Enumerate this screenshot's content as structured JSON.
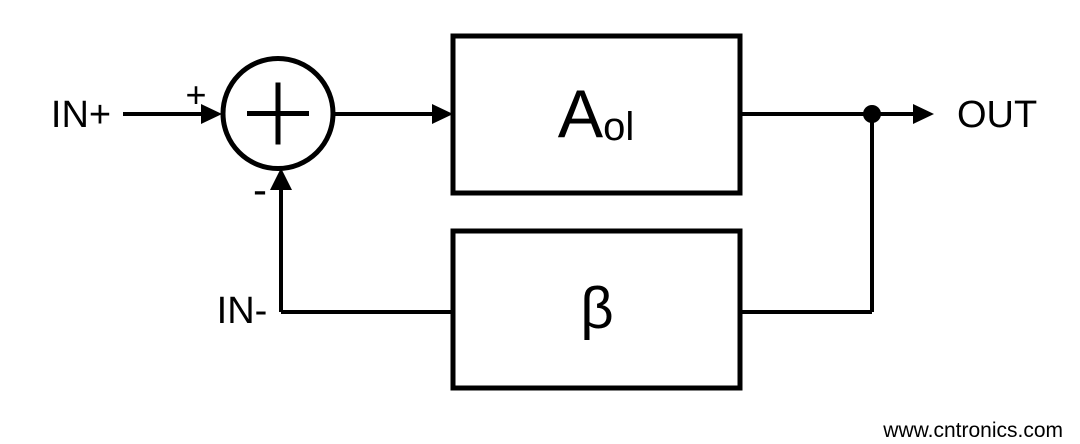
{
  "diagram": {
    "labels": {
      "input_positive": "IN+",
      "input_negative": "IN-",
      "output": "OUT",
      "sum_positive_sign": "+",
      "sum_negative_sign": "-",
      "forward_block_main": "A",
      "forward_block_subscript": "ol",
      "feedback_block": "β"
    },
    "colors": {
      "stroke": "#000000",
      "background": "#ffffff",
      "watermark": "#c8e6c3"
    }
  },
  "watermark": {
    "text": "www.cntronics.com"
  }
}
